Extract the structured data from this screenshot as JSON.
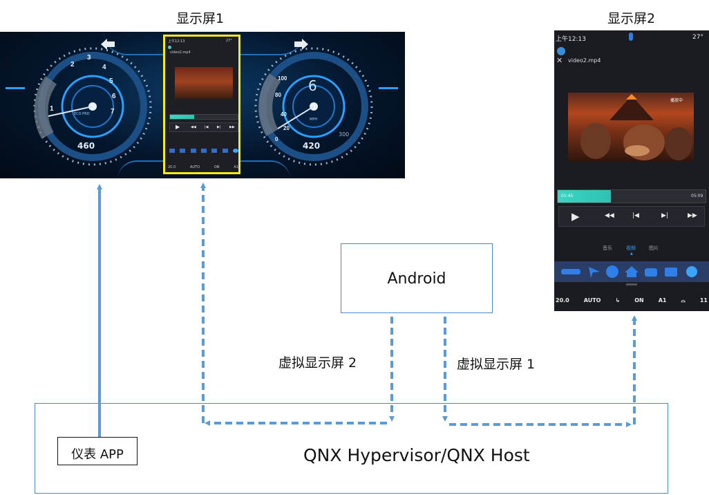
{
  "display1": {
    "title": "显示屏1",
    "cluster": {
      "left_gauge": {
        "unit": "ECO PRO",
        "value": "460"
      },
      "right_gauge": {
        "speed": "6",
        "unit": "MPH",
        "value": "420",
        "max": "300"
      }
    },
    "phone": {
      "status_time": "上午12:13",
      "status_right": "27°",
      "file": "video2.mp4",
      "climate": [
        "20.0",
        "AUTO",
        "ON",
        "A1"
      ]
    }
  },
  "display2": {
    "title": "显示屏2",
    "status_time": "上午12:13",
    "status_right": "27°",
    "file": "video2.mp4",
    "watermark": "播放中",
    "elapsed": "01:45",
    "duration": "05:09",
    "progress": 0.36,
    "tabs": [
      "音乐",
      "视频",
      "图片"
    ],
    "active_tab": 1,
    "climate": [
      "20.0",
      "AUTO",
      "ON",
      "A1",
      "11"
    ]
  },
  "android_label": "Android",
  "qnx_label": "QNX Hypervisor/QNX Host",
  "cluster_app_label": "仪表 APP",
  "virtual_display_2": "虚拟显示屏 2",
  "virtual_display_1": "虚拟显示屏 1",
  "colors": {
    "arrow": "#5b9bd5",
    "highlight": "#f6ec1a",
    "accent": "#3ad6c4",
    "box_border": "#4a88c7"
  }
}
